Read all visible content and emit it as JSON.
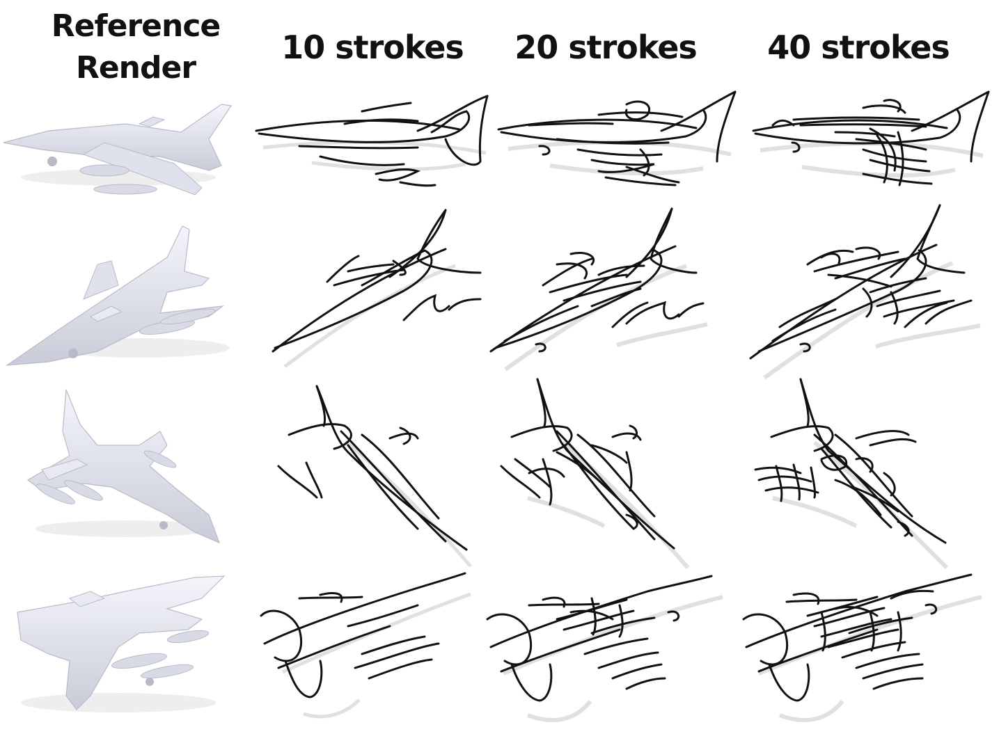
{
  "headers": {
    "reference_line1": "Reference",
    "reference_line2": "Render",
    "col_10": "10 strokes",
    "col_20": "20 strokes",
    "col_40": "40 strokes"
  },
  "grid": {
    "rows": 4,
    "columns": [
      "Reference Render",
      "10 strokes",
      "20 strokes",
      "40 strokes"
    ],
    "reference_color": "#e6e8f2",
    "stroke_color": "#111111",
    "shadow_color": "#c8c8c8"
  }
}
